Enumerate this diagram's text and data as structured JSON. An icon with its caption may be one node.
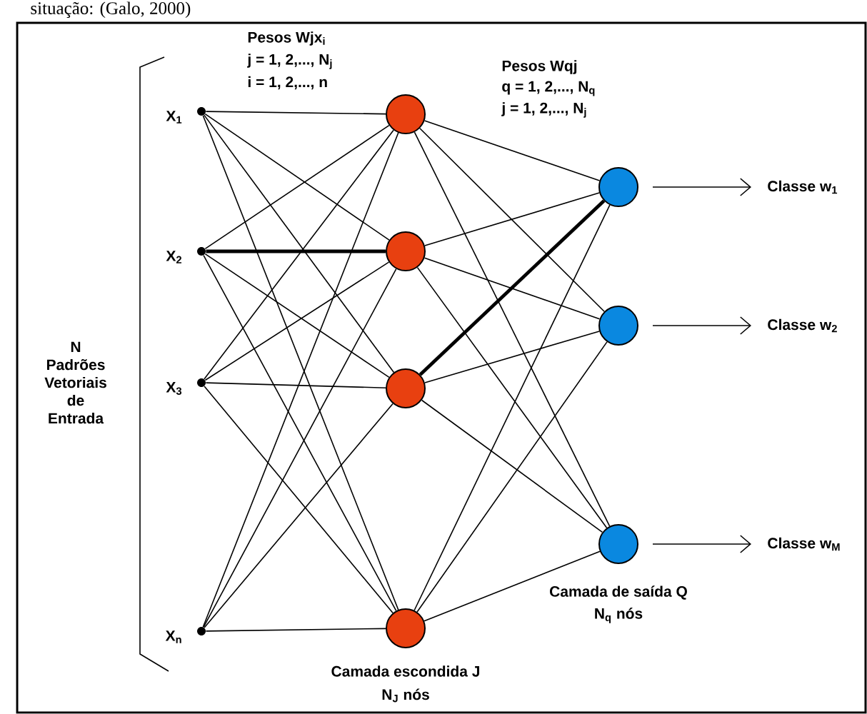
{
  "diagram": {
    "nodes": [
      {
        "text": [],
        "shape": "circle",
        "beside": [
          "X$_{1}$"
        ]
      },
      {
        "text": [],
        "shape": "circle",
        "beside": [
          "X$_{2}$"
        ]
      },
      {
        "text": [],
        "shape": "circle",
        "beside": [
          "X$_{3}$"
        ]
      },
      {
        "text": [],
        "shape": "circle",
        "beside": [
          "X$_{n}$"
        ]
      },
      {
        "text": [],
        "shape": "circle"
      },
      {
        "text": [],
        "shape": "circle"
      },
      {
        "text": [],
        "shape": "circle"
      },
      {
        "text": [],
        "shape": "circle"
      },
      {
        "text": [],
        "shape": "circle"
      },
      {
        "text": [],
        "shape": "circle"
      },
      {
        "text": [],
        "shape": "circle"
      },
      {
        "text": [
          "Classe w$_{1}$"
        ]
      },
      {
        "text": [
          "Classe w$_{2}$"
        ]
      },
      {
        "text": [
          "Classe w$_{M}$"
        ]
      }
    ],
    "edges": [
      {
        "from": 0,
        "to": 4,
        "arrow": "none"
      },
      {
        "from": 0,
        "to": 5,
        "arrow": "none"
      },
      {
        "from": 0,
        "to": 6,
        "arrow": "none"
      },
      {
        "from": 0,
        "to": 7,
        "arrow": "none"
      },
      {
        "from": 1,
        "to": 4,
        "arrow": "none"
      },
      {
        "from": 1,
        "to": 5,
        "arrow": "none",
        "style": "thick"
      },
      {
        "from": 1,
        "to": 6,
        "arrow": "none"
      },
      {
        "from": 1,
        "to": 7,
        "arrow": "none"
      },
      {
        "from": 2,
        "to": 4,
        "arrow": "none"
      },
      {
        "from": 2,
        "to": 5,
        "arrow": "none"
      },
      {
        "from": 2,
        "to": 6,
        "arrow": "none"
      },
      {
        "from": 2,
        "to": 7,
        "arrow": "none"
      },
      {
        "from": 3,
        "to": 4,
        "arrow": "none"
      },
      {
        "from": 3,
        "to": 5,
        "arrow": "none"
      },
      {
        "from": 3,
        "to": 6,
        "arrow": "none"
      },
      {
        "from": 3,
        "to": 7,
        "arrow": "none"
      },
      {
        "from": 4,
        "to": 8,
        "arrow": "none"
      },
      {
        "from": 4,
        "to": 9,
        "arrow": "none"
      },
      {
        "from": 4,
        "to": 10,
        "arrow": "none"
      },
      {
        "from": 5,
        "to": 8,
        "arrow": "none"
      },
      {
        "from": 5,
        "to": 9,
        "arrow": "none"
      },
      {
        "from": 5,
        "to": 10,
        "arrow": "none"
      },
      {
        "from": 6,
        "to": 8,
        "arrow": "none",
        "style": "thick"
      },
      {
        "from": 6,
        "to": 9,
        "arrow": "none"
      },
      {
        "from": 6,
        "to": 10,
        "arrow": "none"
      },
      {
        "from": 7,
        "to": 8,
        "arrow": "none"
      },
      {
        "from": 7,
        "to": 9,
        "arrow": "none"
      },
      {
        "from": 7,
        "to": 10,
        "arrow": "none"
      },
      {
        "from": 8,
        "to": 11,
        "arrow": "to"
      },
      {
        "from": 9,
        "to": 12,
        "arrow": "to"
      },
      {
        "from": 10,
        "to": 13,
        "arrow": "to"
      }
    ],
    "labels": [
      "situação: (Galo, 2000)",
      "Pesos Wjx$_{i}$",
      "j = 1, 2,..., N$_{j}$",
      "i = 1, 2,..., n",
      "Pesos Wqj",
      "q = 1, 2,..., N$_{q}$",
      "j = 1, 2,..., N$_{j}$",
      "N Padrões Vetoriais de Entrada",
      "Camada escondida J",
      "N$_{J}$ nós",
      "Camada de saída Q",
      "N$_{q}$ nós"
    ]
  }
}
